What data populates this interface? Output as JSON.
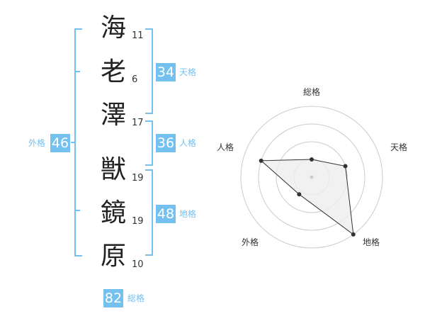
{
  "name_chars": [
    {
      "char": "海",
      "strokes": "11"
    },
    {
      "char": "老",
      "strokes": "6"
    },
    {
      "char": "澤",
      "strokes": "17"
    },
    {
      "char": "獣",
      "strokes": "19"
    },
    {
      "char": "鏡",
      "strokes": "19"
    },
    {
      "char": "原",
      "strokes": "10"
    }
  ],
  "fortunes": {
    "tenkaku": {
      "label": "天格",
      "value": "34"
    },
    "jinkaku": {
      "label": "人格",
      "value": "36"
    },
    "chikaku": {
      "label": "地格",
      "value": "48"
    },
    "gaikaku": {
      "label": "外格",
      "value": "46"
    },
    "soukaku": {
      "label": "総格",
      "value": "82"
    }
  },
  "radar": {
    "axes": [
      "総格",
      "天格",
      "地格",
      "外格",
      "人格"
    ],
    "values": [
      0.25,
      0.5,
      1.0,
      0.3,
      0.75
    ],
    "colors": {
      "grid": "#cccccc",
      "fill": "#eeeeee",
      "line": "#333333",
      "dot": "#333333",
      "center": "#cccccc"
    }
  },
  "colors": {
    "accent": "#74c1f0"
  }
}
